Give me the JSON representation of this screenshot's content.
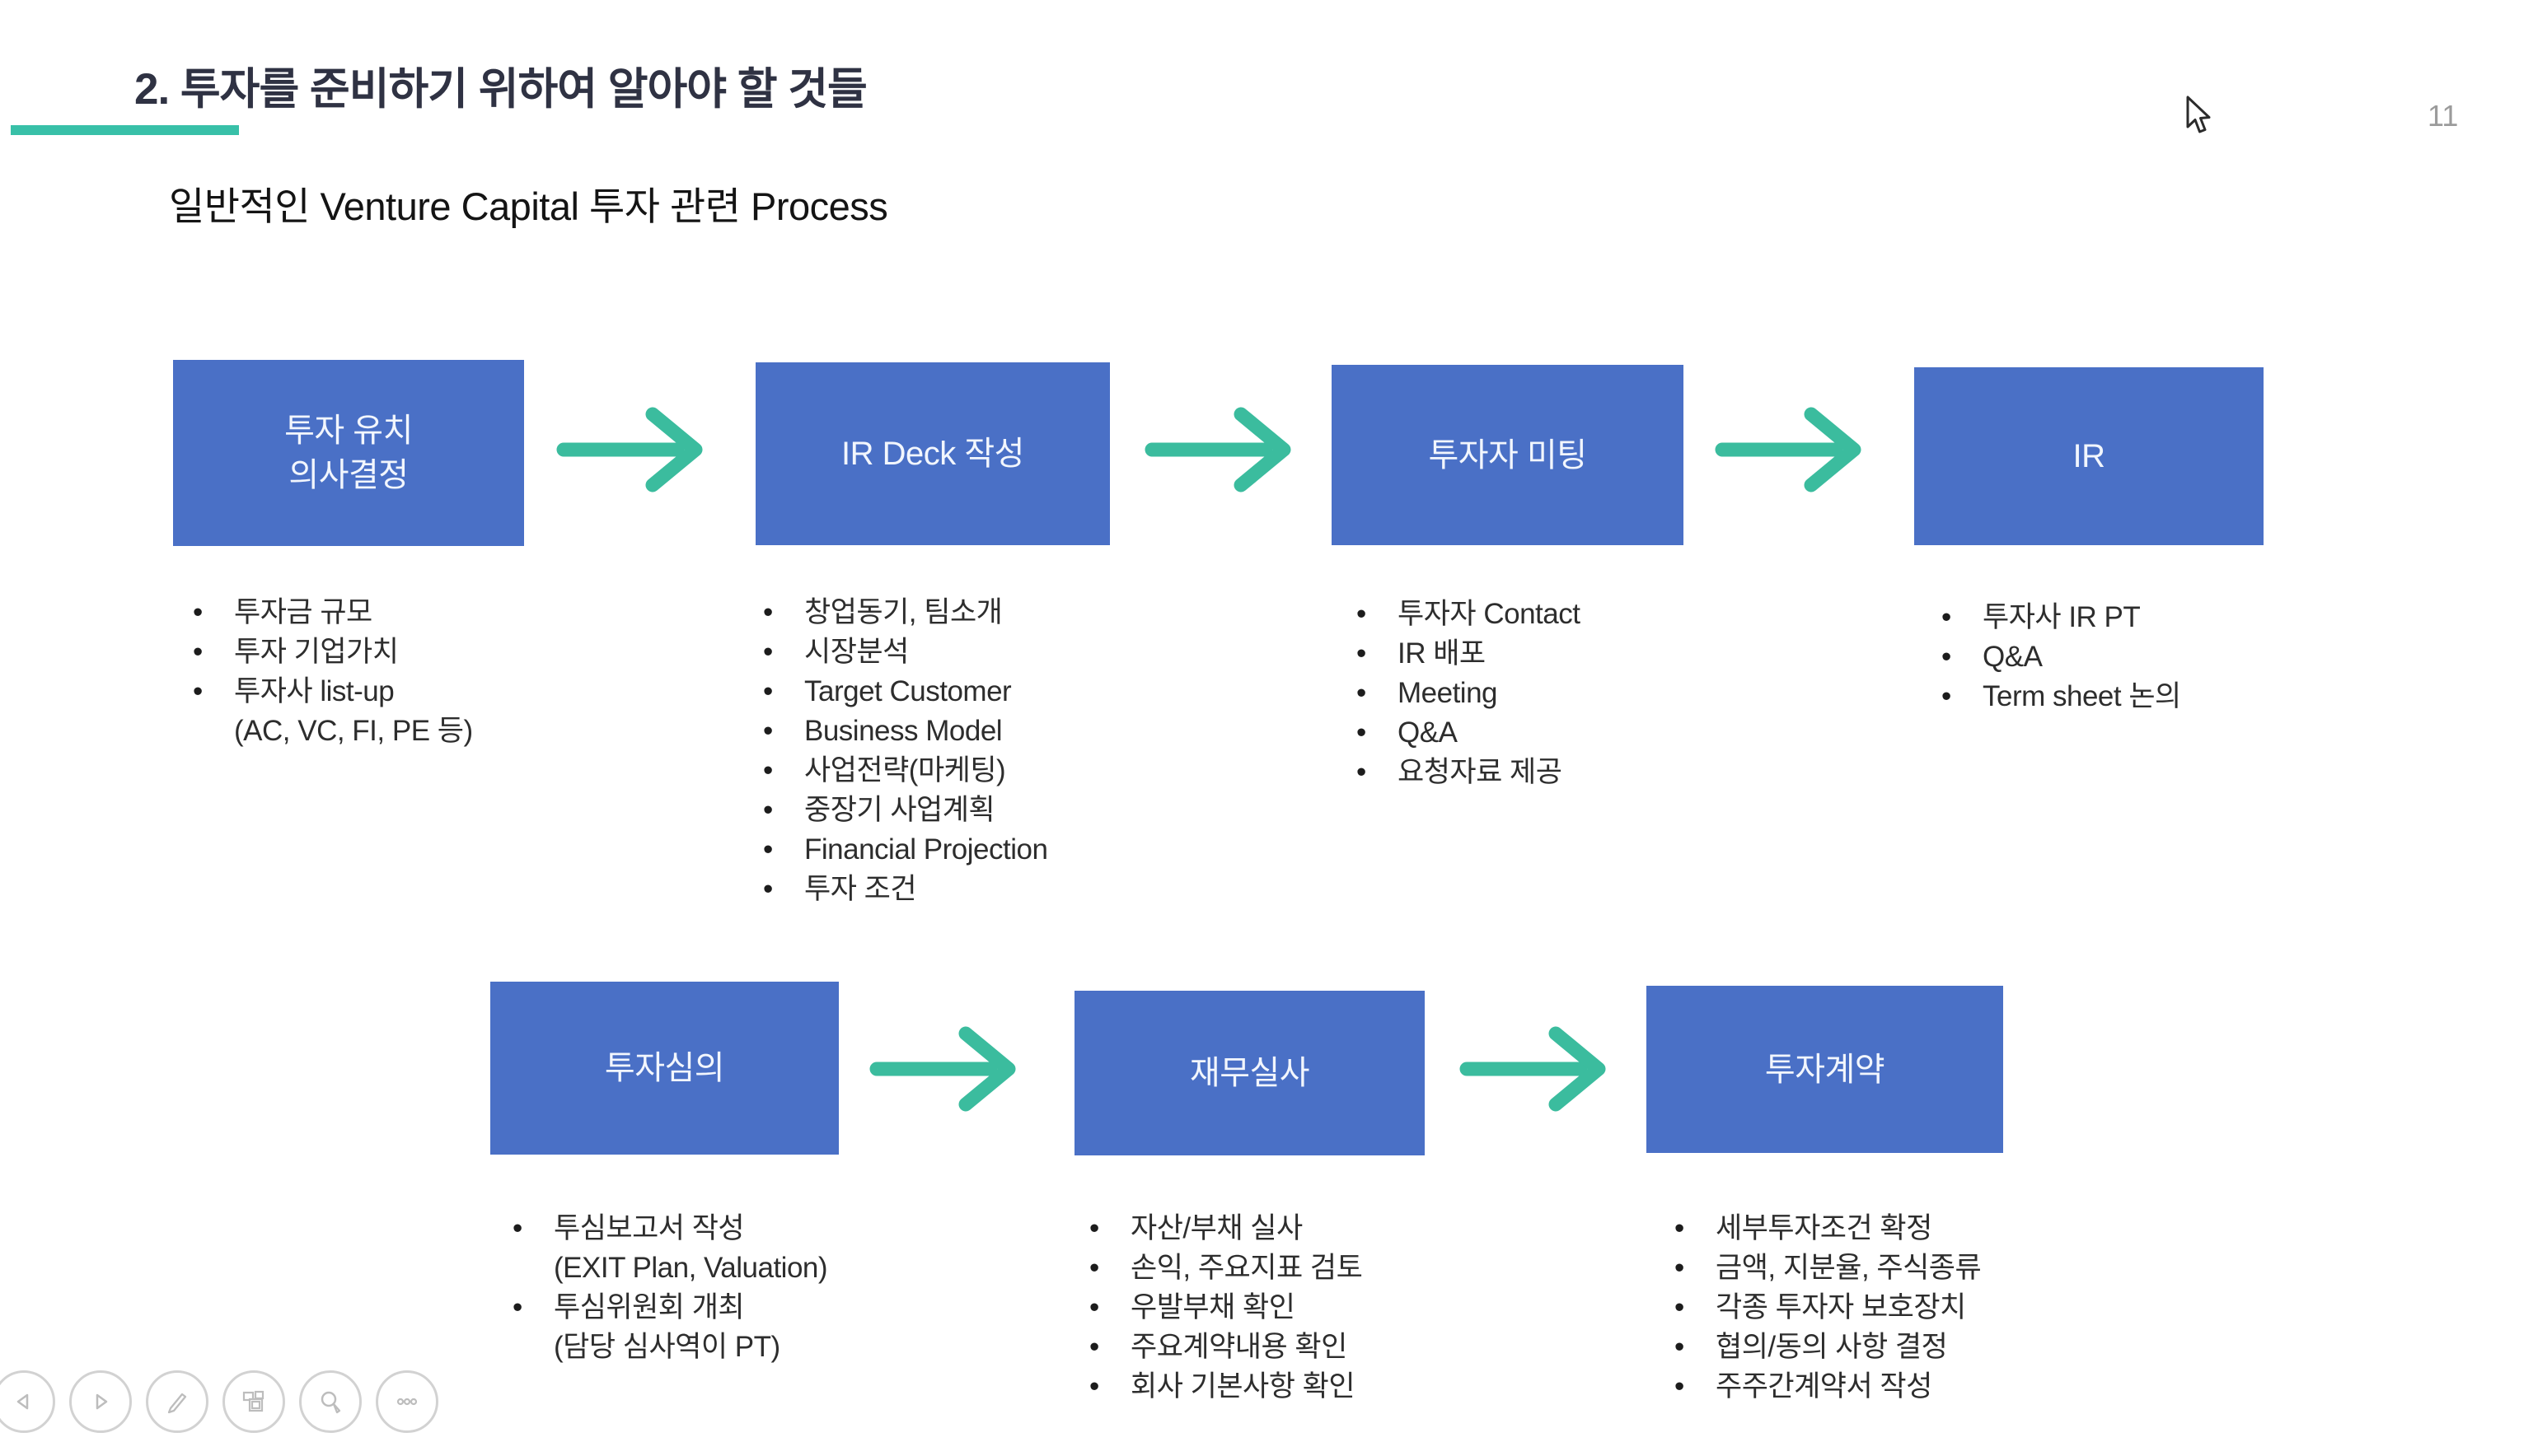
{
  "page": {
    "title": "2. 투자를 준비하기 위하여 알아야 할 것들",
    "subtitle": "일반적인 Venture Capital 투자 관련 Process",
    "page_number": "11"
  },
  "colors": {
    "box_blue": "#4a70c6",
    "arrow_teal": "#3bbc9e",
    "underline_teal": "#38c0a8",
    "title_text": "#2f3243",
    "body_text": "#2d2d2d",
    "page_number_gray": "#9b9b9b"
  },
  "steps": [
    {
      "label": "투자 유치\n의사결정",
      "bullets": [
        {
          "text": "투자금 규모",
          "cont": false
        },
        {
          "text": "투자 기업가치",
          "cont": false
        },
        {
          "text": "투자사 list-up",
          "cont": false
        },
        {
          "text": "(AC, VC, FI, PE 등)",
          "cont": true
        }
      ]
    },
    {
      "label": "IR Deck 작성",
      "bullets": [
        {
          "text": "창업동기, 팀소개",
          "cont": false
        },
        {
          "text": "시장분석",
          "cont": false
        },
        {
          "text": "Target Customer",
          "cont": false
        },
        {
          "text": "Business Model",
          "cont": false
        },
        {
          "text": "사업전략(마케팅)",
          "cont": false
        },
        {
          "text": "중장기 사업계획",
          "cont": false
        },
        {
          "text": "Financial Projection",
          "cont": false
        },
        {
          "text": "투자 조건",
          "cont": false
        }
      ]
    },
    {
      "label": "투자자 미팅",
      "bullets": [
        {
          "text": "투자자 Contact",
          "cont": false
        },
        {
          "text": "IR 배포",
          "cont": false
        },
        {
          "text": "Meeting",
          "cont": false
        },
        {
          "text": "Q&A",
          "cont": false
        },
        {
          "text": "요청자료 제공",
          "cont": false
        }
      ]
    },
    {
      "label": "IR",
      "bullets": [
        {
          "text": "투자사 IR PT",
          "cont": false
        },
        {
          "text": "Q&A",
          "cont": false
        },
        {
          "text": "Term sheet 논의",
          "cont": false
        }
      ]
    },
    {
      "label": "투자심의",
      "bullets": [
        {
          "text": "투심보고서 작성",
          "cont": false
        },
        {
          "text": "(EXIT Plan, Valuation)",
          "cont": true
        },
        {
          "text": "투심위원회 개최",
          "cont": false
        },
        {
          "text": "(담당 심사역이 PT)",
          "cont": true
        }
      ]
    },
    {
      "label": "재무실사",
      "bullets": [
        {
          "text": "자산/부채 실사",
          "cont": false
        },
        {
          "text": "손익, 주요지표 검토",
          "cont": false
        },
        {
          "text": "우발부채 확인",
          "cont": false
        },
        {
          "text": "주요계약내용 확인",
          "cont": false
        },
        {
          "text": "회사 기본사항 확인",
          "cont": false
        }
      ]
    },
    {
      "label": "투자계약",
      "bullets": [
        {
          "text": "세부투자조건 확정",
          "cont": false
        },
        {
          "text": "금액, 지분율, 주식종류",
          "cont": false
        },
        {
          "text": "각종 투자자 보호장치",
          "cont": false
        },
        {
          "text": "협의/동의 사항 결정",
          "cont": false
        },
        {
          "text": "주주간계약서 작성",
          "cont": false
        }
      ]
    }
  ],
  "toolbar": {
    "icons": [
      "previous-slide",
      "next-slide",
      "pen-and-laser-tools",
      "see-all-slides",
      "zoom-into-slide",
      "more-slideshow-options"
    ]
  }
}
